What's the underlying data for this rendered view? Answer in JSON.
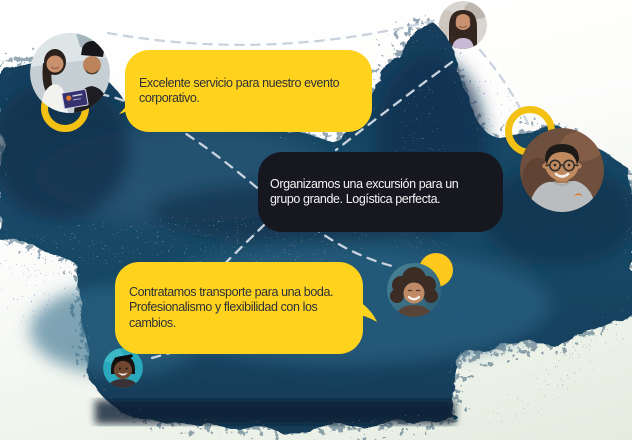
{
  "section": {
    "name": "customer-testimonials-collage"
  },
  "colors": {
    "accent_yellow": "#FFD21E",
    "ring_yellow": "#F2C113",
    "bubble_dark": "#17171F",
    "bubble_text_dark": "#2D3138",
    "bubble_text_light": "#F4F4F4",
    "splash_navy": "#16415F",
    "splash_blue_speckle": "#2637C8",
    "dashed_line": "#C9D3DE"
  },
  "testimonials": [
    {
      "quote": "Excelente servicio para nuestro evento\ncorporativo.",
      "bubble_style": "yellow",
      "avatar": "couple-with-certificate"
    },
    {
      "quote": "Organizamos una excursión para un\ngrupo grande. Logística perfecta.",
      "bubble_style": "dark",
      "avatar": "man-grey-tshirt-glasses"
    },
    {
      "quote": "Contratamos transporte para una boda.\nProfesionalismo y flexibilidad con los\ncambios.",
      "bubble_style": "yellow",
      "avatar": "woman-curly-hair"
    }
  ],
  "extra_avatars": [
    {
      "avatar": "woman-long-dark-hair"
    },
    {
      "avatar": "woman-sunglasses-on-head"
    }
  ],
  "decorations": [
    "yellow-ring-icon",
    "yellow-ring-icon",
    "yellow-dot-icon",
    "dashed-connector-lines",
    "paint-splash-background"
  ]
}
